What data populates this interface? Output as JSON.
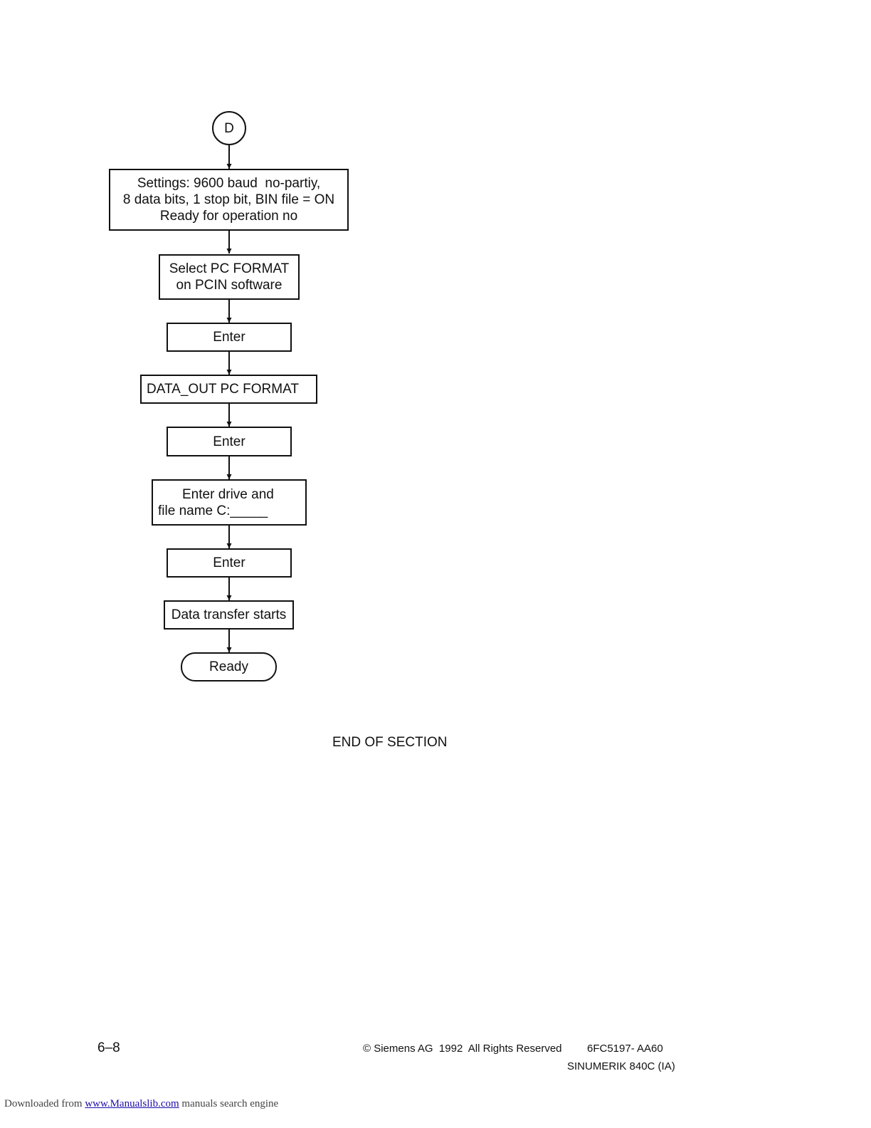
{
  "flowchart": {
    "connector": "D",
    "settings_lines": [
      "Settings: 9600 baud  no-partiy,",
      "8 data bits, 1 stop bit, BIN file = ON",
      "Ready for operation no"
    ],
    "select_lines": [
      "Select PC FORMAT",
      "on PCIN software"
    ],
    "enter_1": "Enter",
    "data_out": "DATA_OUT PC FORMAT",
    "enter_2": "Enter",
    "drive_lines": [
      "Enter drive and",
      "file name C:_____"
    ],
    "enter_3": "Enter",
    "transfer": "Data transfer starts",
    "ready": "Ready"
  },
  "end_of_section": "END OF SECTION",
  "footer": {
    "page_number": "6–8",
    "copyright": "© Siemens AG  1992  All Rights Reserved",
    "order_code": "6FC5197- AA60",
    "product": "SINUMERIK 840C (IA)"
  },
  "watermark": {
    "prefix": "Downloaded from ",
    "link": "www.Manualslib.com",
    "suffix": " manuals search engine"
  }
}
